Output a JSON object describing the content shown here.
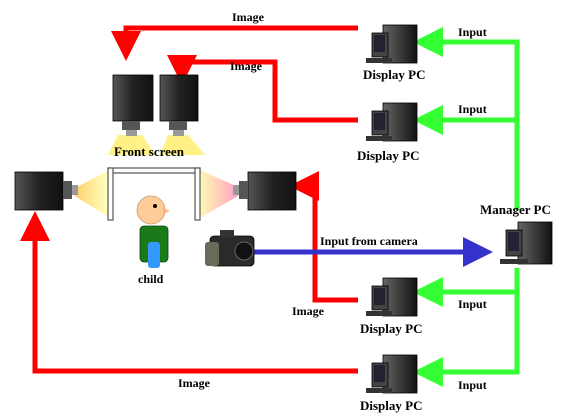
{
  "diagram": {
    "labels": {
      "image_top": "Image",
      "image_second": "Image",
      "image_lower": "Image",
      "image_bottom": "Image",
      "input_1": "Input",
      "input_2": "Input",
      "input_3": "Input",
      "input_4": "Input",
      "display_pc_1": "Display PC",
      "display_pc_2": "Display PC",
      "display_pc_3": "Display PC",
      "display_pc_4": "Display PC",
      "manager_pc": "Manager PC",
      "front_screen": "Front screen",
      "child": "child",
      "input_from_camera": "Input from camera"
    },
    "colors": {
      "image_arrow": "#ff0000",
      "input_arrow": "#33ff33",
      "camera_arrow": "#3333cc",
      "projector_body": "#2a2a2a",
      "light_beam": "#ffee88",
      "screen_frame": "#ffffff"
    },
    "icons": [
      "projector-icon",
      "desktop-pc-icon",
      "video-camera-icon",
      "child-figure-icon"
    ]
  }
}
